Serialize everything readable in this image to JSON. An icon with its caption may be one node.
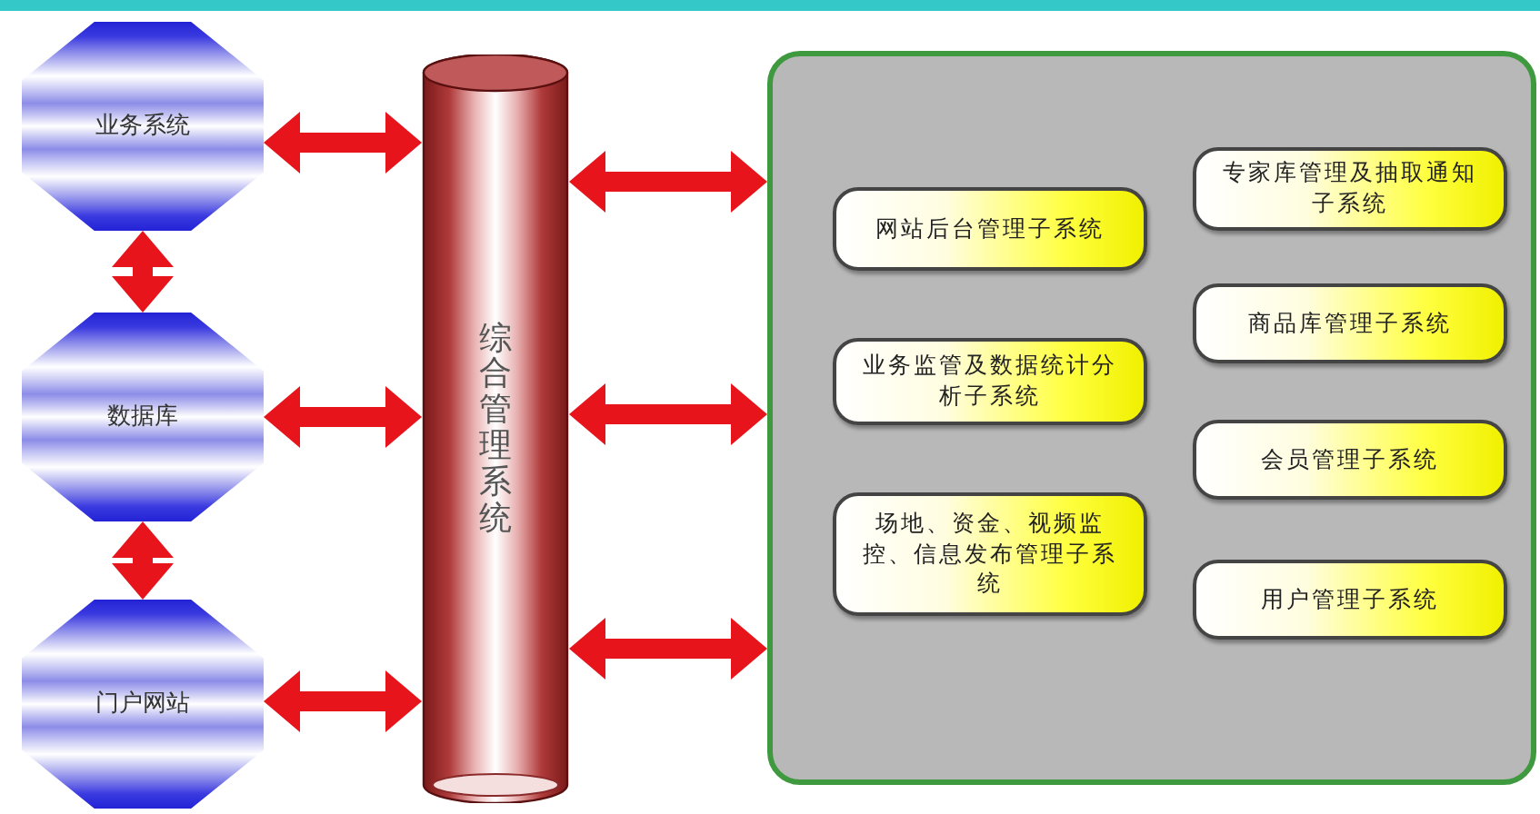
{
  "diagram": {
    "nodes": [
      {
        "text": [
          "业务系统"
        ]
      },
      {
        "text": [
          "数据库"
        ]
      },
      {
        "text": [
          "门户网站"
        ]
      },
      {
        "text": [
          "综合管理系统"
        ]
      },
      {
        "text": [],
        "shape": "box"
      },
      {
        "text": [
          "网站后台管理子系统"
        ],
        "in": 4
      },
      {
        "text": [
          "业务监管及数据统计分析子系统"
        ],
        "in": 4
      },
      {
        "text": [
          "场地、资金、视频监控、信息发布管理子系统"
        ],
        "in": 4
      },
      {
        "text": [
          "专家库管理及抽取通知子系统"
        ],
        "in": 4
      },
      {
        "text": [
          "商品库管理子系统"
        ],
        "in": 4
      },
      {
        "text": [
          "会员管理子系统"
        ],
        "in": 4
      },
      {
        "text": [
          "用户管理子系统"
        ],
        "in": 4
      }
    ],
    "edges": [
      {
        "from": 0,
        "to": 1,
        "arrow": "both"
      },
      {
        "from": 1,
        "to": 2,
        "arrow": "both"
      },
      {
        "from": 0,
        "to": 3,
        "arrow": "both"
      },
      {
        "from": 1,
        "to": 3,
        "arrow": "both"
      },
      {
        "from": 2,
        "to": 3,
        "arrow": "both"
      },
      {
        "from": 3,
        "to": 4,
        "arrow": "both"
      },
      {
        "from": 3,
        "to": 4,
        "arrow": "both"
      },
      {
        "from": 3,
        "to": 4,
        "arrow": "both"
      }
    ]
  }
}
